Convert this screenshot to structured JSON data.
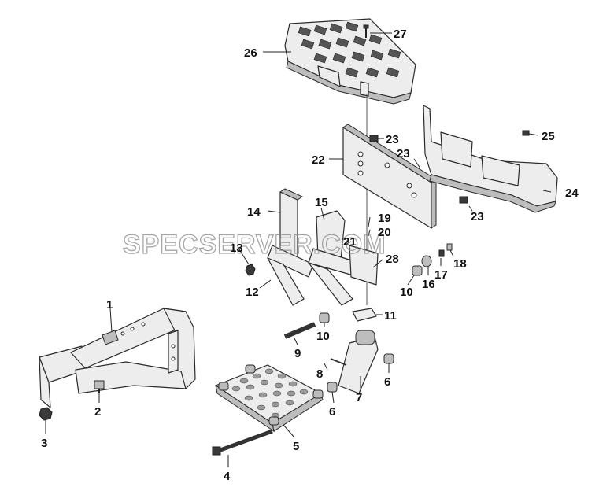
{
  "watermark": "SPECSERVER.COM",
  "callouts": {
    "c1": "1",
    "c2": "2",
    "c3": "3",
    "c4": "4",
    "c5": "5",
    "c6a": "6",
    "c6b": "6",
    "c7": "7",
    "c8": "8",
    "c9": "9",
    "c10a": "10",
    "c10b": "10",
    "c11": "11",
    "c12": "12",
    "c13": "13",
    "c14": "14",
    "c15": "15",
    "c16": "16",
    "c17": "17",
    "c18": "18",
    "c19": "19",
    "c20": "20",
    "c21": "21",
    "c22": "22",
    "c23a": "23",
    "c23b": "23",
    "c23c": "23",
    "c24": "24",
    "c25": "25",
    "c26": "26",
    "c27": "27",
    "c28": "28"
  }
}
